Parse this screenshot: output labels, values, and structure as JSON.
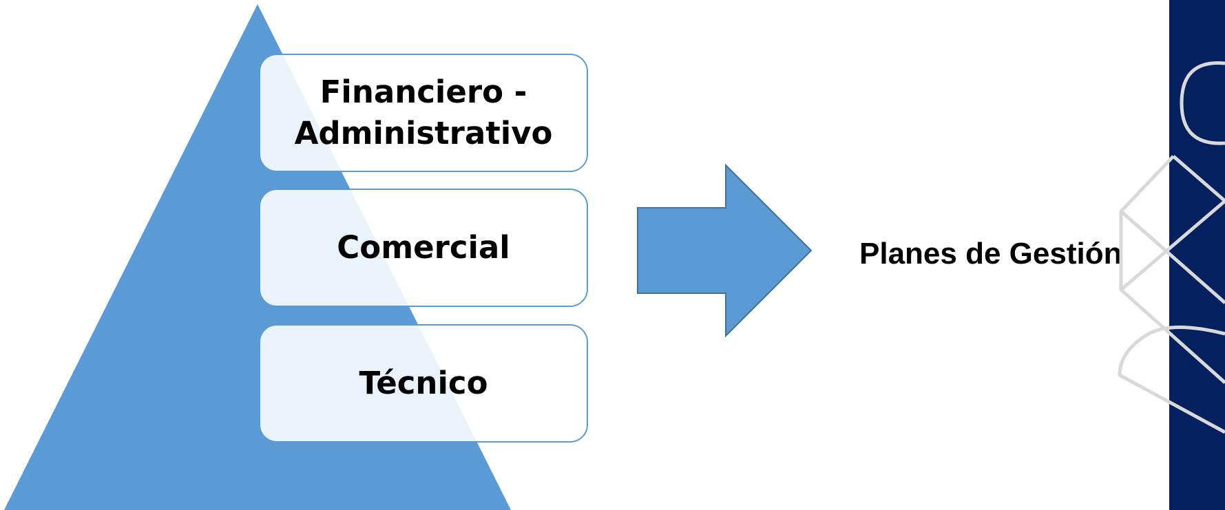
{
  "diagram": {
    "levels": [
      {
        "label": "Financiero - Administrativo"
      },
      {
        "label": "Comercial"
      },
      {
        "label": "Técnico"
      }
    ],
    "result": {
      "label": "Planes de Gestión"
    }
  },
  "colors": {
    "pyramid_fill": "#5b9bd5",
    "box_border": "#5b9bd5",
    "arrow_fill": "#5b9bd5",
    "arrow_stroke": "#41719c",
    "brand_panel": "#05205e",
    "brand_outline": "#d9d9d9"
  },
  "icons": {
    "pyramid": "triangle-shape",
    "arrow": "right-arrow-shape",
    "brand": "decorative-geometric-logo"
  }
}
